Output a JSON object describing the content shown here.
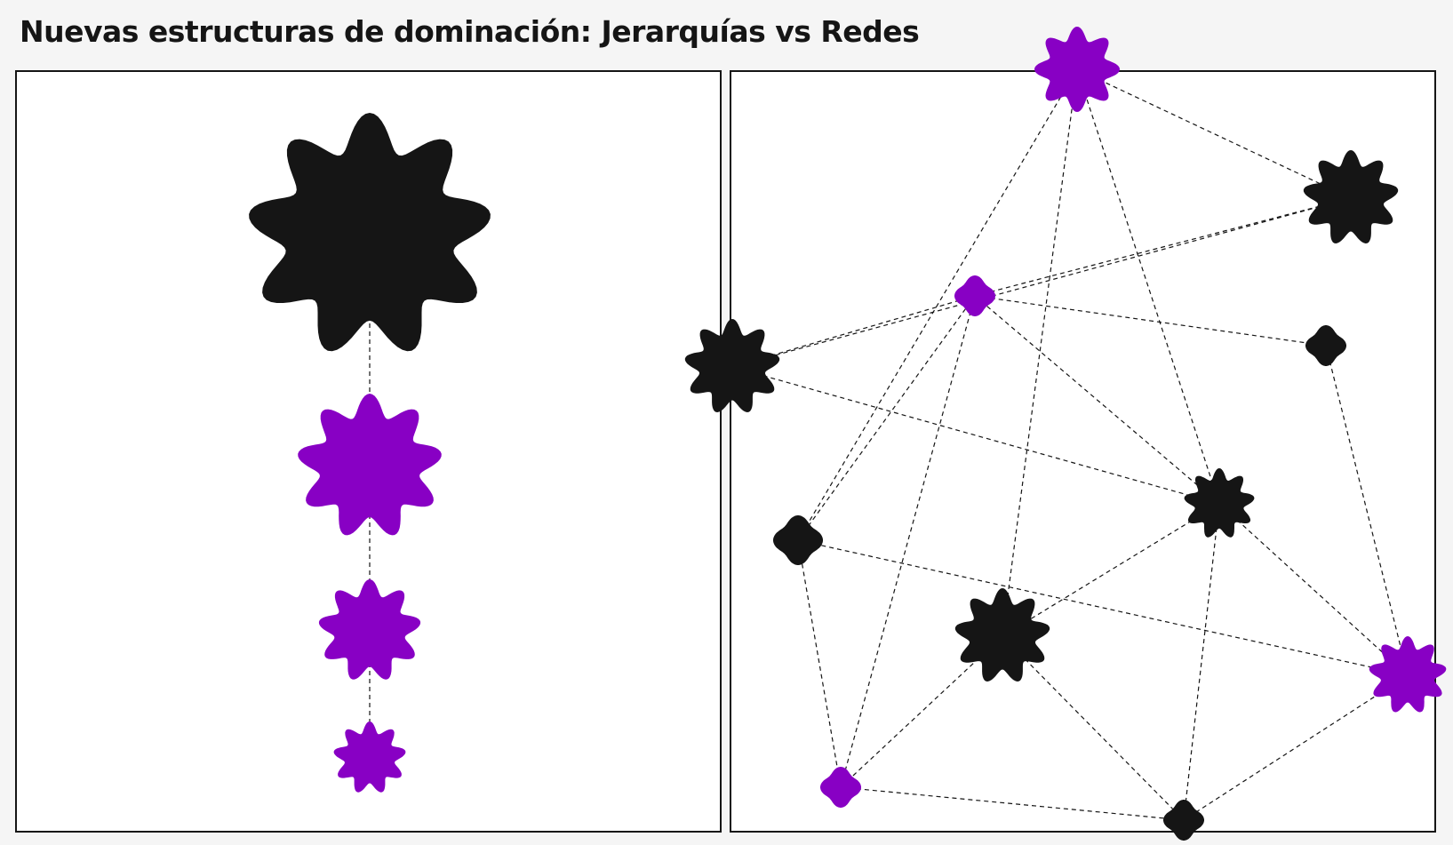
{
  "title": "Nuevas estructuras de dominación: Jerarquías vs Redes",
  "colors": {
    "dark": "#151515",
    "accent": "#8800c4",
    "background": "#f5f5f5",
    "panel": "#ffffff"
  },
  "hierarchy": {
    "nodes": [
      {
        "id": "h1",
        "color": "dark",
        "rank": 1
      },
      {
        "id": "h2",
        "color": "accent",
        "rank": 2
      },
      {
        "id": "h3",
        "color": "accent",
        "rank": 3
      },
      {
        "id": "h4",
        "color": "accent",
        "rank": 4
      }
    ],
    "edges": [
      [
        "h1",
        "h2"
      ],
      [
        "h2",
        "h3"
      ],
      [
        "h3",
        "h4"
      ]
    ]
  },
  "network": {
    "nodes": [
      {
        "id": "n1",
        "color": "accent"
      },
      {
        "id": "n2",
        "color": "dark"
      },
      {
        "id": "n3",
        "color": "accent"
      },
      {
        "id": "n4",
        "color": "dark"
      },
      {
        "id": "n5",
        "color": "dark"
      },
      {
        "id": "n6",
        "color": "dark"
      },
      {
        "id": "n7",
        "color": "dark"
      },
      {
        "id": "n8",
        "color": "dark"
      },
      {
        "id": "n9",
        "color": "accent"
      },
      {
        "id": "n10",
        "color": "accent"
      },
      {
        "id": "n11",
        "color": "dark"
      }
    ],
    "edges": [
      [
        "n1",
        "n2"
      ],
      [
        "n1",
        "n8"
      ],
      [
        "n1",
        "n6"
      ],
      [
        "n1",
        "n7"
      ],
      [
        "n2",
        "n3"
      ],
      [
        "n2",
        "n5"
      ],
      [
        "n3",
        "n4"
      ],
      [
        "n3",
        "n5"
      ],
      [
        "n3",
        "n6"
      ],
      [
        "n3",
        "n7"
      ],
      [
        "n3",
        "n10"
      ],
      [
        "n4",
        "n9"
      ],
      [
        "n5",
        "n6"
      ],
      [
        "n6",
        "n8"
      ],
      [
        "n6",
        "n11"
      ],
      [
        "n6",
        "n9"
      ],
      [
        "n7",
        "n10"
      ],
      [
        "n7",
        "n9"
      ],
      [
        "n8",
        "n10"
      ],
      [
        "n8",
        "n11"
      ],
      [
        "n9",
        "n11"
      ],
      [
        "n10",
        "n11"
      ]
    ]
  }
}
